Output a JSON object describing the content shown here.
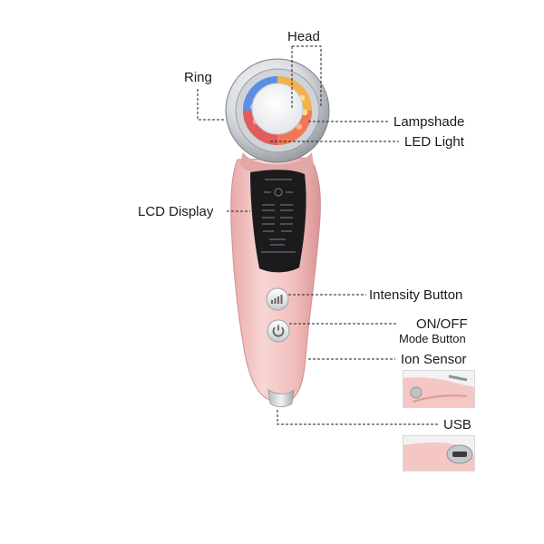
{
  "labels": {
    "head": "Head",
    "ring": "Ring",
    "lampshade": "Lampshade",
    "led_light": "LED Light",
    "lcd_display": "LCD Display",
    "intensity_button": "Intensity Button",
    "on_off": "ON/OFF",
    "mode_button": "Mode Button",
    "ion_sensor": "Ion Sensor",
    "usb": "USB"
  },
  "colors": {
    "body_pink": "#f3c4c4",
    "body_shadow": "#d99a9a",
    "chrome": "#c8cbd0",
    "screen": "#1b1b1d",
    "lead_line": "#222222"
  },
  "icons": {
    "power": "power-icon",
    "intensity": "signal-bars-icon"
  }
}
